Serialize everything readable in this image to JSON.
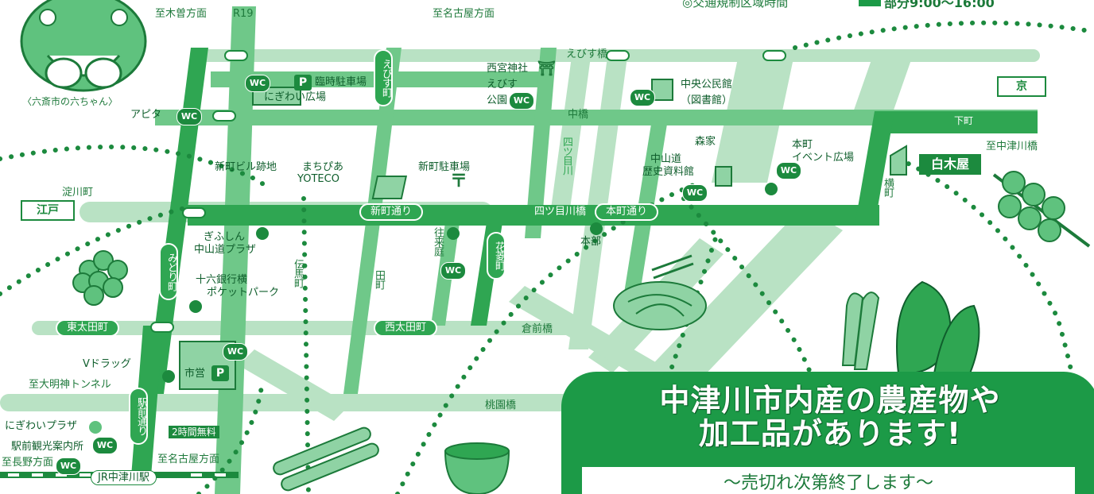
{
  "header": {
    "traffic_note": "◎交通規制区域時間",
    "time_note": "部分9:00〜16:00",
    "legend_color": "#1c9a47"
  },
  "mascot": {
    "caption": "〈六斎市の六ちゃん〉"
  },
  "directions": {
    "to_kiso": "至木曽方面",
    "to_nagoya_top": "至名古屋方面",
    "to_nakatsugawa": "至中津川橋",
    "to_daimyojin": "至大明神トンネル",
    "to_nagano": "至長野方面",
    "to_nagoya_bottom": "至名古屋方面"
  },
  "roads": {
    "r19": "R19",
    "shinmachi_dori": "新町通り",
    "honmachi_dori": "本町通り",
    "higashi_ota": "東太田町",
    "nishi_ota": "西太田町",
    "ebisu_machi": "えびす町",
    "midori_machi": "みどり町",
    "ekimae_dori": "駅前通り",
    "hanabishi_machi": "花菱町",
    "yodogawa_cho": "淀川町",
    "shimo_machi": "下町",
    "yoko_machi": "横町",
    "tamachi": "田町",
    "denma_cho": "伝馬町",
    "ourai_tei": "往来庭",
    "yotsume_gawa": "四ツ目川"
  },
  "bridges": {
    "ebisu_bashi": "えびす橋",
    "naka_bashi": "中橋",
    "yotsume_bashi": "四ツ目川橋",
    "kuramae_bashi": "倉前橋",
    "momozono_bashi": "桃園橋"
  },
  "places": {
    "temp_parking": "臨時駐車場",
    "nigiwai_hiroba": "にぎわい広場",
    "nishinomiya_shrine": "西宮神社",
    "ebisu_park_1": "えびす",
    "ebisu_park_2": "公園",
    "chuo_kominkan": "中央公民館",
    "library": "（図書館）",
    "apita": "アピタ",
    "shinmachi_building_site": "新町ビル跡地",
    "machipia": "まちぴあ",
    "yoteco": "YOTECO",
    "shinmachi_parking": "新町駐車場",
    "moriya": "森家",
    "nakasendo_museum_1": "中山道",
    "nakasendo_museum_2": "歴史資料館",
    "honmachi_event_1": "本町",
    "honmachi_event_2": "イベント広場",
    "shirakiya": "白木屋",
    "gifu_shinkin_1": "ぎふしん",
    "gifu_shinkin_2": "中山道プラザ",
    "juroku_bank_1": "十六銀行横",
    "juroku_bank_2": "ポケットパーク",
    "honbu": "本部",
    "v_drug": "Vドラッグ",
    "shiei": "市営",
    "two_hours_free": "2時間無料",
    "nigiwai_plaza": "にぎわいプラザ",
    "ekimae_info": "駅前観光案内所",
    "jr_station": "JR中津川駅",
    "edo_sign": "江戸",
    "kyo_sign": "京"
  },
  "icons": {
    "wc": "WC",
    "parking": "P",
    "post": "〒",
    "shrine": "⛩"
  },
  "notice": {
    "line1": "中津川市内産の農産物や",
    "line2": "加工品があります!",
    "sub": "〜売切れ次第終了します〜"
  }
}
